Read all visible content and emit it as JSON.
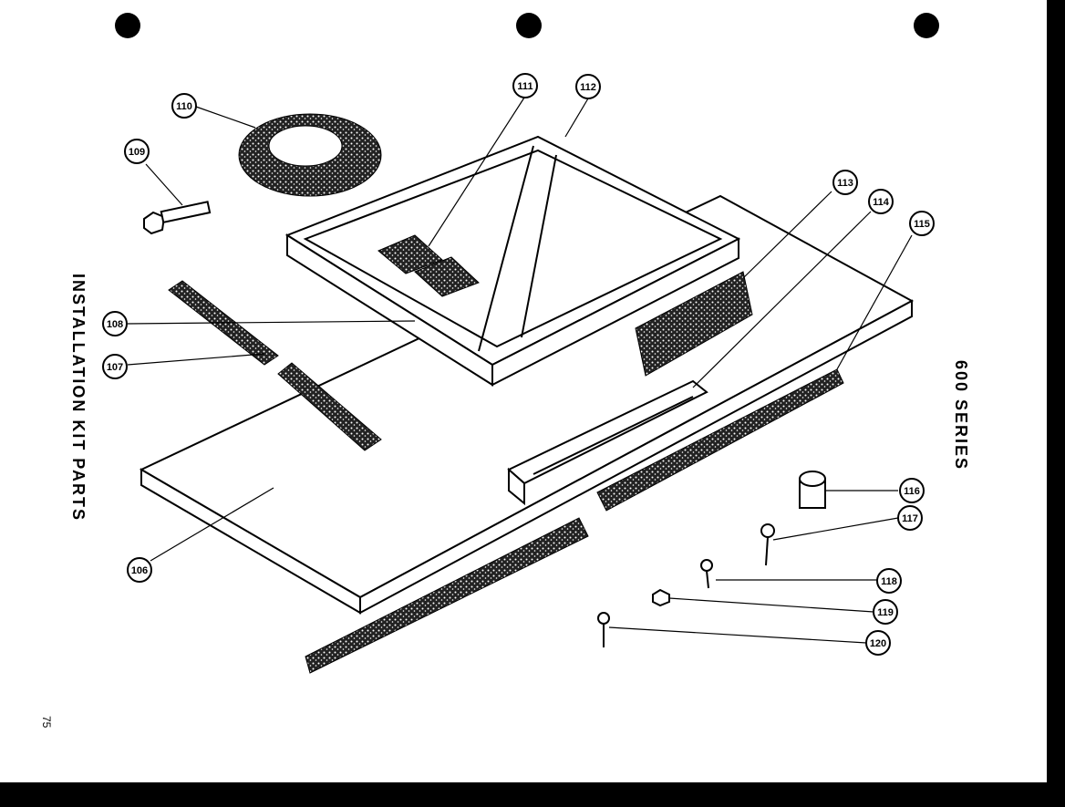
{
  "page": {
    "title": "INSTALLATION KIT PARTS",
    "series": "600 SERIES",
    "page_number": "75"
  },
  "callouts": [
    {
      "id": "c110",
      "label": "110"
    },
    {
      "id": "c109",
      "label": "109"
    },
    {
      "id": "c111",
      "label": "111"
    },
    {
      "id": "c112",
      "label": "112"
    },
    {
      "id": "c113",
      "label": "113"
    },
    {
      "id": "c114",
      "label": "114"
    },
    {
      "id": "c115",
      "label": "115"
    },
    {
      "id": "c108",
      "label": "108"
    },
    {
      "id": "c107",
      "label": "107"
    },
    {
      "id": "c106",
      "label": "106"
    },
    {
      "id": "c116",
      "label": "116"
    },
    {
      "id": "c117",
      "label": "117"
    },
    {
      "id": "c118",
      "label": "118"
    },
    {
      "id": "c119",
      "label": "119"
    },
    {
      "id": "c120",
      "label": "120"
    }
  ],
  "colors": {
    "ink": "#000000",
    "paper": "#ffffff"
  }
}
